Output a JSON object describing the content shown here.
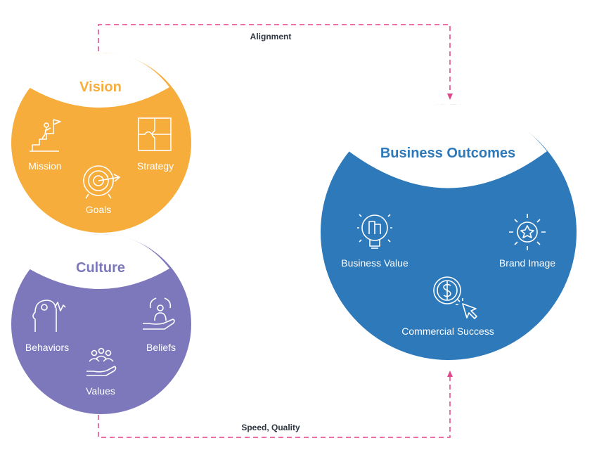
{
  "colors": {
    "vision": "#F7AD3B",
    "culture": "#7D78BB",
    "outcomes": "#2D79BA",
    "connector": "#E0478A",
    "connector_text": "#2f3742"
  },
  "connectors": {
    "top_label": "Alignment",
    "bottom_label": "Speed, Quality"
  },
  "vision": {
    "title": "Vision",
    "items": [
      {
        "label": "Mission",
        "icon": "climber-flag-icon"
      },
      {
        "label": "Strategy",
        "icon": "puzzle-icon"
      },
      {
        "label": "Goals",
        "icon": "target-icon"
      }
    ]
  },
  "culture": {
    "title": "Culture",
    "items": [
      {
        "label": "Behaviors",
        "icon": "head-profile-icon"
      },
      {
        "label": "Beliefs",
        "icon": "hand-person-icon"
      },
      {
        "label": "Values",
        "icon": "people-hand-icon"
      }
    ]
  },
  "outcomes": {
    "title": "Business Outcomes",
    "items": [
      {
        "label": "Business Value",
        "icon": "lightbulb-building-icon"
      },
      {
        "label": "Brand Image",
        "icon": "star-badge-icon"
      },
      {
        "label": "Commercial Success",
        "icon": "dollar-cursor-icon"
      }
    ]
  }
}
